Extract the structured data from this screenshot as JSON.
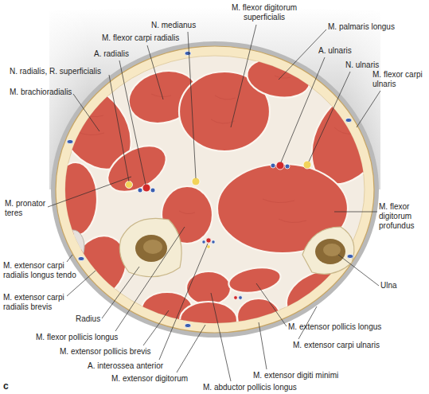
{
  "diagram": {
    "labels": [
      "N. medianus",
      "M. flexor digitorum superficialis",
      "M. palmaris longus",
      "M. flexor carpi radialis",
      "A. ulnaris",
      "A. radialis",
      "N. ulnaris",
      "N. radialis, R. superficialis",
      "M. flexor carpi ulnaris",
      "M. brachioradialis",
      "M. pronator teres",
      "M. flexor digitorum profundus",
      "M. extensor carpi radialis longus tendo",
      "M. extensor carpi radialis brevis",
      "Ulna",
      "Radius",
      "M. flexor pollicis longus",
      "M. extensor pollicis longus",
      "M. extensor pollicis brevis",
      "M. extensor carpi ulnaris",
      "A. interossea anterior",
      "M. extensor digitorum",
      "M. extensor digiti minimi",
      "M. abductor pollicis longus",
      "c"
    ]
  }
}
